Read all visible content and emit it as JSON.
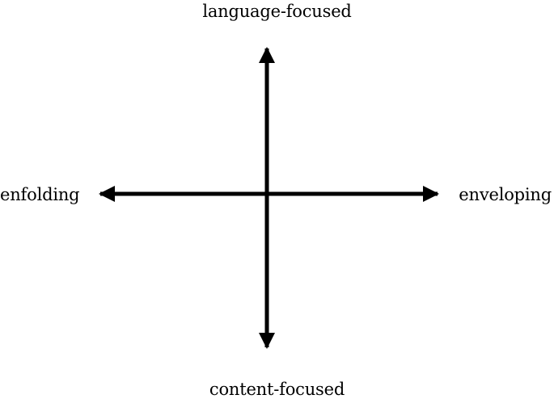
{
  "labels": {
    "top": "language-focused",
    "bottom": "content-focused",
    "left": "enfolding",
    "right": "enveloping"
  },
  "colors": {
    "axis": "#000000",
    "background": "#ffffff",
    "text": "#000000"
  }
}
